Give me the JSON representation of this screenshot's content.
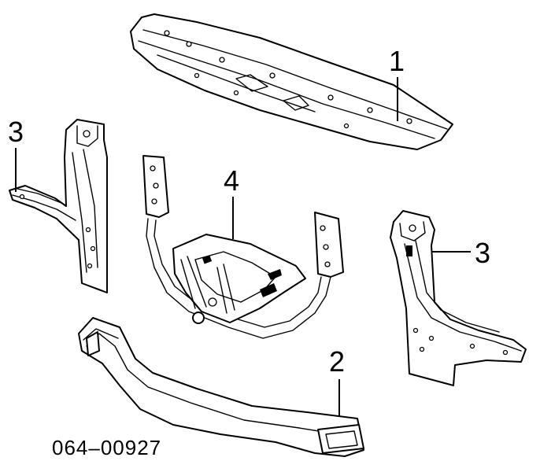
{
  "callouts": {
    "upper_tie_bar": "1",
    "lower_crossmember": "2",
    "left_side_support": "3",
    "right_side_support": "3",
    "radiator_support": "4"
  },
  "reference_number": "064–00927"
}
